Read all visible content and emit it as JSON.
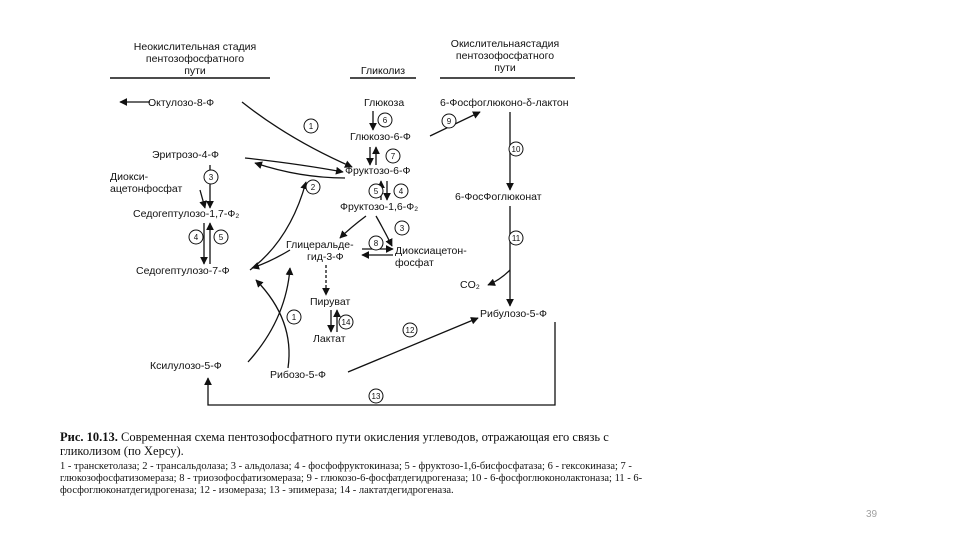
{
  "headers": {
    "left_line1": "Неокислительная стадия",
    "left_line2": "пентозофосфатного",
    "left_line3": "пути",
    "center": "Гликолиз",
    "right_line1": "Окислительнаястадия",
    "right_line2": "пентозофосфатного",
    "right_line3": "пути"
  },
  "nodes": {
    "octulose": "Октулозо-8-Ф",
    "glucose": "Глюкоза",
    "lactone": "6-Фосфоглюконо-δ-лактон",
    "g6p": "Глюкозо-6-Ф",
    "erythrose": "Эритрозо-4-Ф",
    "f6p": "Фруктозо-6-Ф",
    "dhap_left_1": "Диокси-",
    "dhap_left_2": "ацетонфосфат",
    "phosphogluconate": "6-ФосФоглюконат",
    "fbp": "Фруктозо-1,6-Ф₂",
    "sbp": "Седогептулозо-1,7-Ф₂",
    "gap_1": "Глицеральде-",
    "gap_2": "гид-3-Ф",
    "dhap_right_1": "Диоксиацетон-",
    "dhap_right_2": "фосфат",
    "s7p": "Седогептулозо-7-Ф",
    "co2": "CO₂",
    "pyruvate": "Пируват",
    "ribulose": "Рибулозо-5-Ф",
    "lactate": "Лактат",
    "xylulose": "Ксилулозо-5-Ф",
    "ribose": "Рибозо-5-Ф"
  },
  "enzyme_numbers": {
    "n1": "1",
    "n2": "2",
    "n3": "3",
    "n4": "4",
    "n5": "5",
    "n6": "6",
    "n7": "7",
    "n8": "8",
    "n9": "9",
    "n10": "10",
    "n11": "11",
    "n12": "12",
    "n13": "13",
    "n14": "14"
  },
  "caption": {
    "fig_label": "Рис. 10.13.",
    "text": "Современная схема пентозофосфатного пути окисления углеводов, отражающая его связь с гликолизом (по Херсу)."
  },
  "legend": "1 - транскетолаза; 2 - трансальдолаза; 3 - альдолаза; 4 - фосфофруктокиназа; 5 - фруктозо-1,6-бисфосфатаза; 6 - гексокиназа; 7 - глюкозофосфатизомераза; 8 - триозофосфатизомераза; 9 - глюкозо-6-фосфатдегидрогеназа; 10 - 6-фосфоглюконолактоназа; 11 - 6-фосфоглюконатдегидрогеназа; 12 - изомераза; 13 - эпимераза; 14 - лактатдегидрогеназа.",
  "page_number": "39"
}
